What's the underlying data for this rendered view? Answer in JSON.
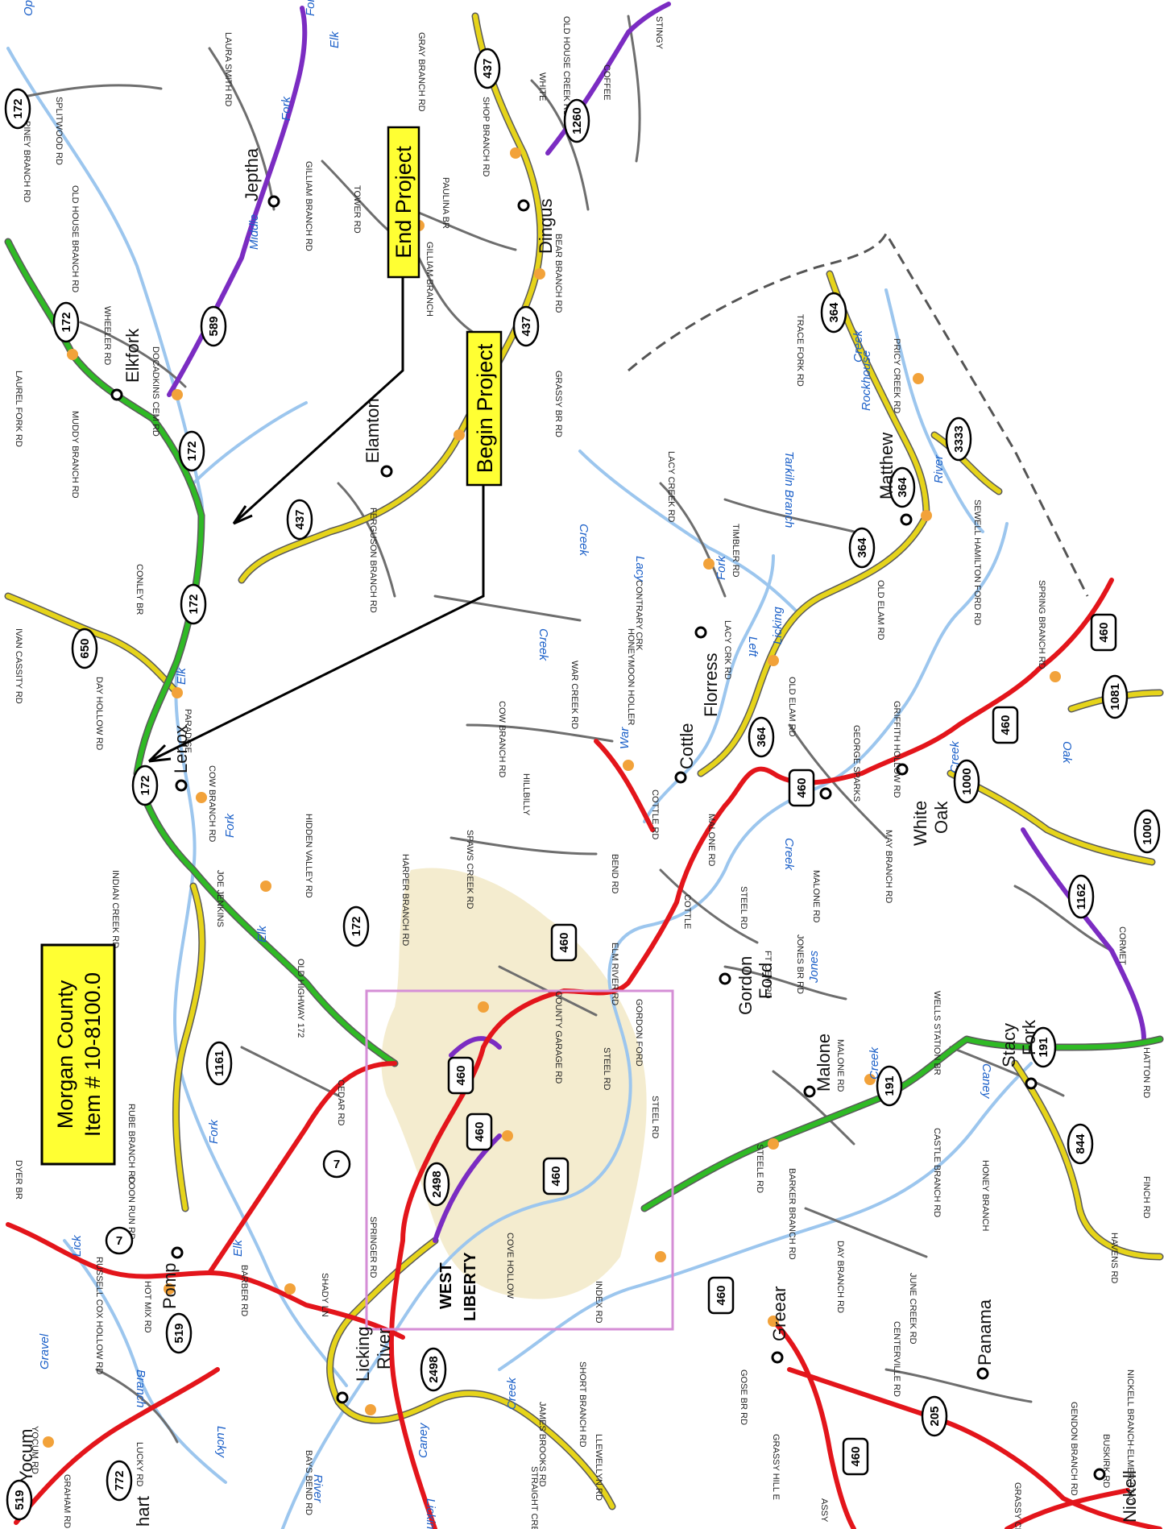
{
  "title_box": {
    "line1": "Morgan County",
    "line2": "Item # 10-8100.0"
  },
  "callouts": {
    "begin": "Begin Project",
    "end": "End Project"
  },
  "colors": {
    "primary_road": "#e3151b",
    "secondary_road": "#e6d41a",
    "project_road": "#2fba25",
    "minor_road": "#7b2cc2",
    "local_road": "#6e6e6e",
    "stream": "#9cc6ee",
    "city_area": "#f4eccf",
    "callout_fill": "#ffff33",
    "inset_box": "#d58ed6"
  },
  "towns": {
    "lenox": "Lenox",
    "elkfork": "Elkfork",
    "jeptha": "Jeptha",
    "elamton": "Elamton",
    "dingus": "Dingus",
    "cottle": "Cottle",
    "florress": "Florress",
    "matthew": "Matthew",
    "white": "White",
    "oak": "Oak",
    "gordon": "Gordon",
    "ford": "Ford",
    "malone": "Malone",
    "stacy": "Stacy",
    "fork": "Fork",
    "west": "WEST",
    "liberty": "LIBERTY",
    "licking": "Licking",
    "river": "River",
    "pomp": "Pomp",
    "greear": "Greear",
    "panama": "Panama",
    "yocum": "Yocum",
    "nickell": "Nickell",
    "hart": "hart"
  },
  "shields": {
    "s172a": "172",
    "s172b": "172",
    "s172c": "172",
    "s172d": "172",
    "s172e": "172",
    "s437a": "437",
    "s437b": "437",
    "s437c": "437",
    "s589": "589",
    "s1260": "1260",
    "s650": "650",
    "s364a": "364",
    "s364b": "364",
    "s364c": "364",
    "s364d": "364",
    "s3333": "3333",
    "s460a": "460",
    "s460b": "460",
    "s460c": "460",
    "s460d": "460",
    "s460e": "460",
    "s460f": "460",
    "s460g": "460",
    "s460h": "460",
    "s1081": "1081",
    "s1000a": "1000",
    "s1000b": "1000",
    "s1162": "1162",
    "s191a": "191",
    "s191b": "191",
    "s844": "844",
    "s2498a": "2498",
    "s2498b": "2498",
    "s7a": "7",
    "s7b": "7",
    "s1161": "1161",
    "s519a": "519",
    "s519b": "519",
    "s772": "772",
    "s205": "205"
  },
  "streams": {
    "elk_fork_a": "Elk",
    "elk_fork_b": "Fork",
    "elk_fork_c": "Elk",
    "elk_fork_d": "Fork",
    "elk_fork_e": "Elk",
    "middle": "Middle",
    "fork_top": "Fork",
    "open": "Open",
    "war": "War",
    "creek_war": "Creek",
    "lacy": "Lacy",
    "creek_lacy": "Creek",
    "left": "Left",
    "fork_left": "Fork",
    "licking_a": "Licking",
    "river_a": "River",
    "rockhouse": "Rockhouse",
    "creek_rock": "Creek",
    "tarkiln": "Tarkiln Branch",
    "creek_oak": "Creek",
    "oak": "Oak",
    "creek_malone": "Creek",
    "jones": "Jones",
    "caney_a": "Caney",
    "creek_caney_a": "Creek",
    "caney_b": "Caney",
    "creek_caney_b": "Creek",
    "lick": "Lick",
    "gravel": "Gravel",
    "branch": "Branch",
    "lucky": "Lucky",
    "river_b": "River",
    "licking_b": "Licking"
  },
  "road_names": {
    "r1": "SPLITWOOD RD",
    "r2": "GRAY BRANCH RD",
    "r3": "SHOP BRANCH RD",
    "r4": "WHITE",
    "r5": "OLD HOUSE CREEK RD",
    "r6": "COFFEE",
    "r7": "STINGY",
    "r8": "LAURA SMITH RD",
    "r9": "GILLIAM BRANCH RD",
    "r10": "TOWER RD",
    "r11": "PAULINA BR",
    "r12": "GILLIAM BRANCH",
    "r13": "BEAR BRANCH RD",
    "r14": "OLD HOUSE BRANCH RD",
    "r15": "WHEELER RD",
    "r16": "DOCADKINS CEM RD",
    "r17": "MUDDY BRANCH RD",
    "r18": "LAUREL FORK RD",
    "r19": "PINEY BRANCH RD",
    "r20": "CONLEY BR",
    "r21": "FERGUSON BRANCH RD",
    "r22": "GRASSY BR RD",
    "r23": "IVAN CASSITY RD",
    "r24": "DAY HOLLOW RD",
    "r25": "PARADISE",
    "r26": "COW BRANCH RD",
    "r27": "COW BRANCH RD",
    "r28": "WAR CREEK RD",
    "r29": "CONTRARY CRK",
    "r30": "LACY CREEK RD",
    "r31": "TIMBLER RD",
    "r32": "HONEYMOON HOLLER",
    "r33": "LACY CRK RD",
    "r34": "TRACE FORK RD",
    "r35": "PRICY CREEK RD",
    "r36": "OLD ELAM RD",
    "r37": "SEWELL HAMILTON FORD RD",
    "r38": "SPRING BRANCH RD",
    "r39": "OLD ELAM RD",
    "r40": "HILLBILLY",
    "r41": "COTTLE RD",
    "r42": "MALONE RD",
    "r43": "GEORGE SPARKS",
    "r44": "GRIFFITH HOLLOW RD",
    "r45": "MAY BRANCH RD",
    "r46": "HIDDEN VALLEY RD",
    "r47": "INDIAN CREEK RD",
    "r48": "JOE JENKINS",
    "r49": "HARPER BRANCH RD",
    "r50": "SPAWS CREEK RD",
    "r51": "BEND RD",
    "r52": "COTTLE",
    "r53": "STEEL RD",
    "r54": "MALONE RD",
    "r55": "JONES BR RD",
    "r56": "ELM RIVER RD",
    "r57": "FT CEM RD",
    "r58": "OLD HIGHWAY 172",
    "r59": "COUNTY GARAGE RD",
    "r60": "GORDON FORD",
    "r61": "STEEL RD",
    "r62": "MALONE RD",
    "r63": "WELLS STATION BR",
    "r64": "CEDAR RD",
    "r65": "STEEL RD",
    "r66": "RUBE BRANCH RD",
    "r67": "COON RUN RD",
    "r68": "STEELE RD",
    "r69": "BARKER BRANCH RD",
    "r70": "CASTLE BRANCH RD",
    "r71": "HONEY BRANCH",
    "r72": "HAVENS RD",
    "r73": "FINCH RD",
    "r74": "HATTON RD",
    "r75": "CORMET",
    "r76": "SPRINGER RD",
    "r77": "SHADY LN",
    "r78": "BARBER RD",
    "r79": "RUSSELL COX HOLLOW RD",
    "r80": "HOT MIX RD",
    "r81": "DYER BR",
    "r82": "COVE HOLLOW",
    "r83": "INDEX RD",
    "r84": "SHORT BRANCH RD",
    "r85": "DAY BRANCH RD",
    "r86": "JUNE CREEK RD",
    "r87": "CENTERVILLE RD",
    "r88": "GOSE BR RD",
    "r89": "GRASSY HILL E",
    "r90": "JAMES BROOKS RD",
    "r91": "LLEWELLYN RD",
    "r92": "STRAIGHT CREEK RD",
    "r93": "BAYS BEND RD",
    "r94": "YOCUM RD",
    "r95": "GRAHAM RD",
    "r96": "LUCKY RD",
    "r97": "GENDON BRANCH RD",
    "r98": "NICKELL BRANCH-ELMER STAC",
    "r99": "BUSKIRK RD",
    "r100": "GRASSY CREEK RD",
    "r101": "ASSY"
  }
}
